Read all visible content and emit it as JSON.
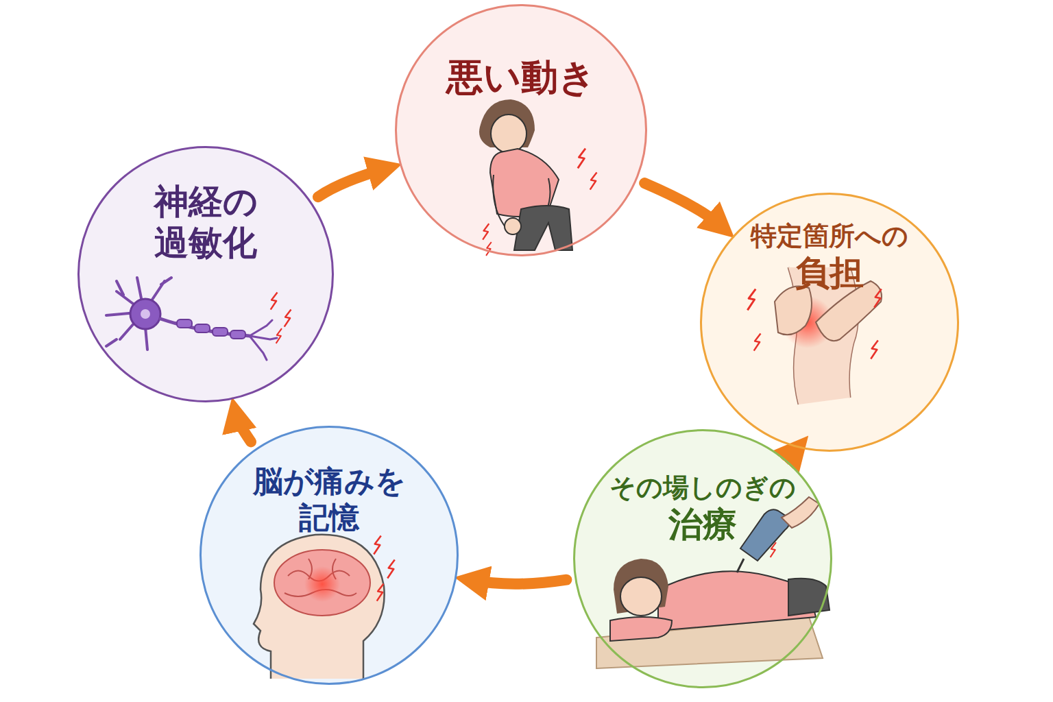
{
  "diagram": {
    "nodes": [
      {
        "text": [
          "悪い動き"
        ]
      },
      {
        "text": [
          "特定箇所への",
          "負担"
        ]
      },
      {
        "text": [
          "その場しのぎの",
          "治療"
        ]
      },
      {
        "text": [
          "脳が痛みを 記憶"
        ]
      },
      {
        "text": [
          "神経の 過敏化"
        ]
      }
    ],
    "edges": [
      {
        "from": 0,
        "to": 1,
        "arrow": "to"
      },
      {
        "from": 1,
        "to": 2,
        "arrow": "to"
      },
      {
        "from": 2,
        "to": 3,
        "arrow": "to"
      },
      {
        "from": 3,
        "to": 4,
        "arrow": "to"
      },
      {
        "from": 4,
        "to": 0,
        "arrow": "to"
      }
    ]
  }
}
